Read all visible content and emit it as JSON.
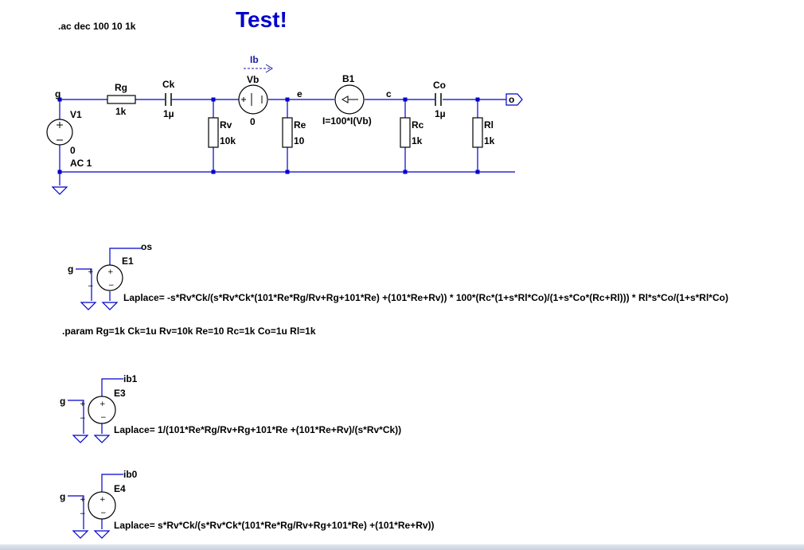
{
  "title": "Test!",
  "directives": {
    "ac": ".ac dec 100 10 1k",
    "param": ".param Rg=1k Ck=1u Rv=10k Re=10 Rc=1k Co=1u Rl=1k"
  },
  "nets": {
    "g": "g",
    "e": "e",
    "c": "c",
    "o": "o",
    "os": "os",
    "ib1": "ib1",
    "ib0": "ib0",
    "g1": "g",
    "g2": "g",
    "g3": "g"
  },
  "components": {
    "V1": {
      "name": "V1",
      "value": "0",
      "ac": "AC 1"
    },
    "Rg": {
      "name": "Rg",
      "value": "1k"
    },
    "Ck": {
      "name": "Ck",
      "value": "1µ"
    },
    "Rv": {
      "name": "Rv",
      "value": "10k"
    },
    "Vb": {
      "name": "Vb",
      "value": "0"
    },
    "Re": {
      "name": "Re",
      "value": "10"
    },
    "B1": {
      "name": "B1",
      "value": "I=100*I(Vb)"
    },
    "Rc": {
      "name": "Rc",
      "value": "1k"
    },
    "Co": {
      "name": "Co",
      "value": "1µ"
    },
    "Rl": {
      "name": "Rl",
      "value": "1k"
    }
  },
  "current_label": "Ib",
  "laplace_sources": [
    {
      "name": "E1",
      "expr": "Laplace= -s*Rv*Ck/(s*Rv*Ck*(101*Re*Rg/Rv+Rg+101*Re) +(101*Re+Rv)) * 100*(Rc*(1+s*Rl*Co)/(1+s*Co*(Rc+Rl))) * Rl*s*Co/(1+s*Rl*Co)"
    },
    {
      "name": "E3",
      "expr": "Laplace= 1/(101*Re*Rg/Rv+Rg+101*Re +(101*Re+Rv)/(s*Rv*Ck))"
    },
    {
      "name": "E4",
      "expr": "Laplace= s*Rv*Ck/(s*Rv*Ck*(101*Re*Rg/Rv+Rg+101*Re) +(101*Re+Rv))"
    }
  ],
  "colors": {
    "wire": "#0000cc",
    "component": "#000000",
    "title": "#0000cc",
    "junction": "#0000cc"
  }
}
